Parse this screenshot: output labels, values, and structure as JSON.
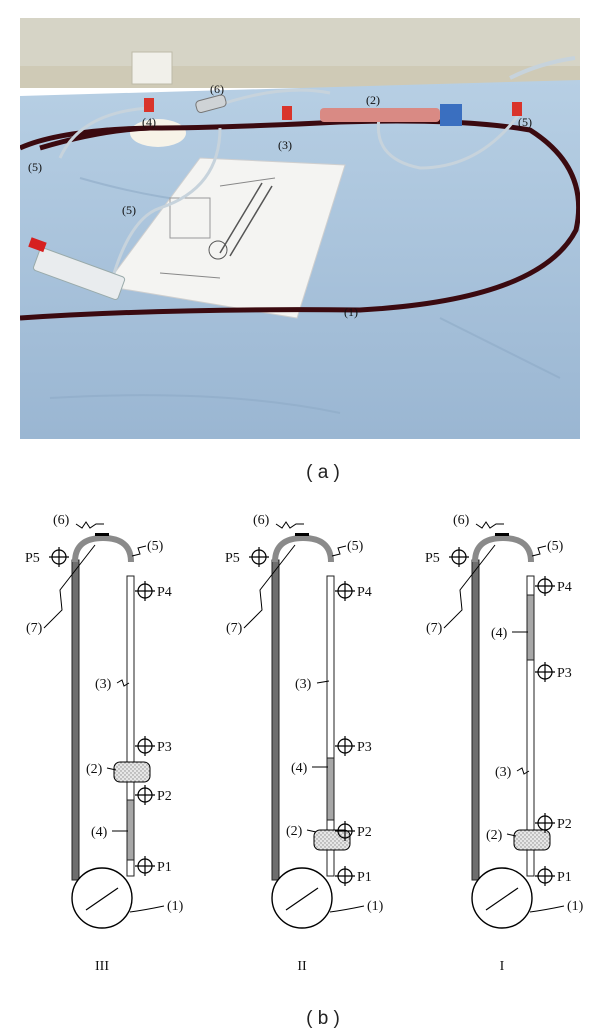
{
  "panel_a": {
    "caption": "( a )",
    "labels": {
      "l1": "(1)",
      "l2": "(2)",
      "l3": "(3)",
      "l4": "(4)",
      "l5a": "(5)",
      "l5b": "(5)",
      "l5c": "(5)",
      "l6": "(6)"
    },
    "colors": {
      "sheet": "#a9c4dd",
      "tube": "#3b0a10",
      "wall": "#d9d7c9"
    }
  },
  "panel_b": {
    "caption": "( b )",
    "configs": [
      {
        "id": "III",
        "label": "III",
        "parts": {
          "p1": "(1)",
          "p2": "(2)",
          "p3": "(3)",
          "p4": "(4)",
          "p5": "(5)",
          "p6": "(6)",
          "p7": "(7)"
        },
        "ports": {
          "P1": "P1",
          "P2": "P2",
          "P3": "P3",
          "P4": "P4",
          "P5": "P5"
        }
      },
      {
        "id": "II",
        "label": "II",
        "parts": {
          "p1": "(1)",
          "p2": "(2)",
          "p3": "(3)",
          "p4": "(4)",
          "p5": "(5)",
          "p6": "(6)",
          "p7": "(7)"
        },
        "ports": {
          "P1": "P1",
          "P2": "P2",
          "P3": "P3",
          "P4": "P4",
          "P5": "P5"
        }
      },
      {
        "id": "I",
        "label": "I",
        "parts": {
          "p1": "(1)",
          "p2": "(2)",
          "p3": "(3)",
          "p4": "(4)",
          "p5": "(5)",
          "p6": "(6)",
          "p7": "(7)"
        },
        "ports": {
          "P1": "P1",
          "P2": "P2",
          "P3": "P3",
          "P4": "P4",
          "P5": "P5"
        }
      }
    ]
  }
}
